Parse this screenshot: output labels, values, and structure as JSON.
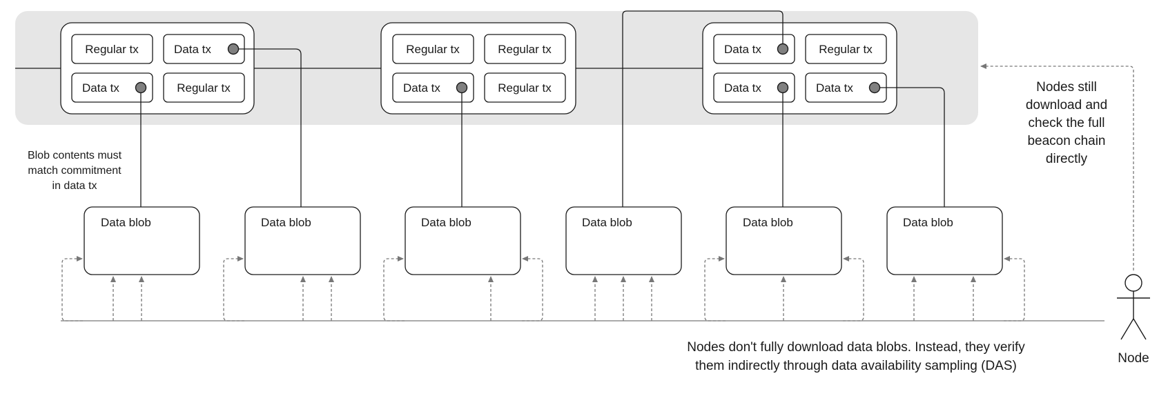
{
  "chain_blocks": [
    {
      "txs": [
        {
          "label": "Regular tx",
          "has_commitment": false
        },
        {
          "label": "Data tx",
          "has_commitment": true
        },
        {
          "label": "Data tx",
          "has_commitment": true
        },
        {
          "label": "Regular tx",
          "has_commitment": false
        }
      ]
    },
    {
      "txs": [
        {
          "label": "Regular tx",
          "has_commitment": false
        },
        {
          "label": "Regular tx",
          "has_commitment": false
        },
        {
          "label": "Data tx",
          "has_commitment": true
        },
        {
          "label": "Regular tx",
          "has_commitment": false
        }
      ]
    },
    {
      "txs": [
        {
          "label": "Data tx",
          "has_commitment": true
        },
        {
          "label": "Regular tx",
          "has_commitment": false
        },
        {
          "label": "Data tx",
          "has_commitment": true
        },
        {
          "label": "Data tx",
          "has_commitment": true
        }
      ]
    }
  ],
  "blobs": [
    {
      "label": "Data blob"
    },
    {
      "label": "Data blob"
    },
    {
      "label": "Data blob"
    },
    {
      "label": "Data blob"
    },
    {
      "label": "Data blob"
    },
    {
      "label": "Data blob"
    }
  ],
  "notes": {
    "commitment": [
      "Blob contents must",
      "match commitment",
      "in data tx"
    ],
    "beacon": [
      "Nodes still",
      "download and",
      "check the full",
      "beacon chain",
      "directly"
    ],
    "das": [
      "Nodes don't fully download data blobs. Instead, they verify",
      "them indirectly through data availability sampling (DAS)"
    ]
  },
  "actor": {
    "label": "Node",
    "icon": "stick-figure-icon"
  },
  "colors": {
    "chain_band": "#e6e6e6",
    "port_fill": "#808080",
    "dashed": "#777777"
  }
}
